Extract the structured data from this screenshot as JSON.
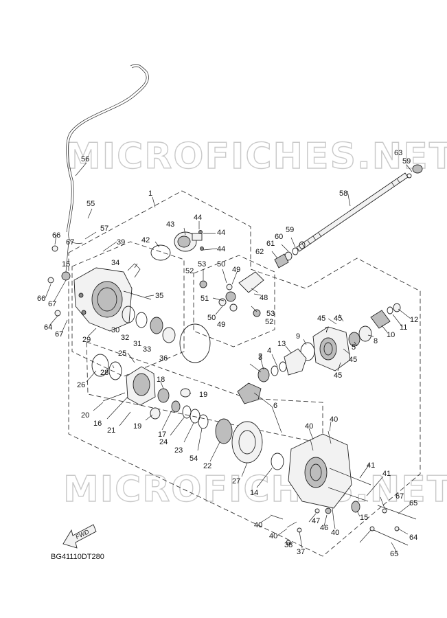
{
  "watermark": "MICROFICHES.NET",
  "diagram_code": "BG41110DT280",
  "direction_label": "FWD",
  "callouts": [
    "1",
    "2",
    "3",
    "4",
    "5",
    "6",
    "7",
    "8",
    "9",
    "10",
    "11",
    "12",
    "13",
    "14",
    "15",
    "15",
    "16",
    "17",
    "18",
    "19",
    "19",
    "20",
    "21",
    "22",
    "23",
    "24",
    "25",
    "26",
    "27",
    "28",
    "29",
    "30",
    "31",
    "32",
    "33",
    "34",
    "35",
    "36",
    "37",
    "38",
    "39",
    "40",
    "40",
    "40",
    "40",
    "40",
    "41",
    "41",
    "42",
    "43",
    "44",
    "44",
    "44",
    "45",
    "45",
    "45",
    "45",
    "46",
    "47",
    "48",
    "49",
    "49",
    "50",
    "50",
    "51",
    "52",
    "52",
    "53",
    "53",
    "54",
    "55",
    "56",
    "57",
    "58",
    "59",
    "59",
    "60",
    "61",
    "62",
    "63",
    "64",
    "64",
    "65",
    "65",
    "66",
    "66",
    "67",
    "67",
    "67",
    "67"
  ]
}
